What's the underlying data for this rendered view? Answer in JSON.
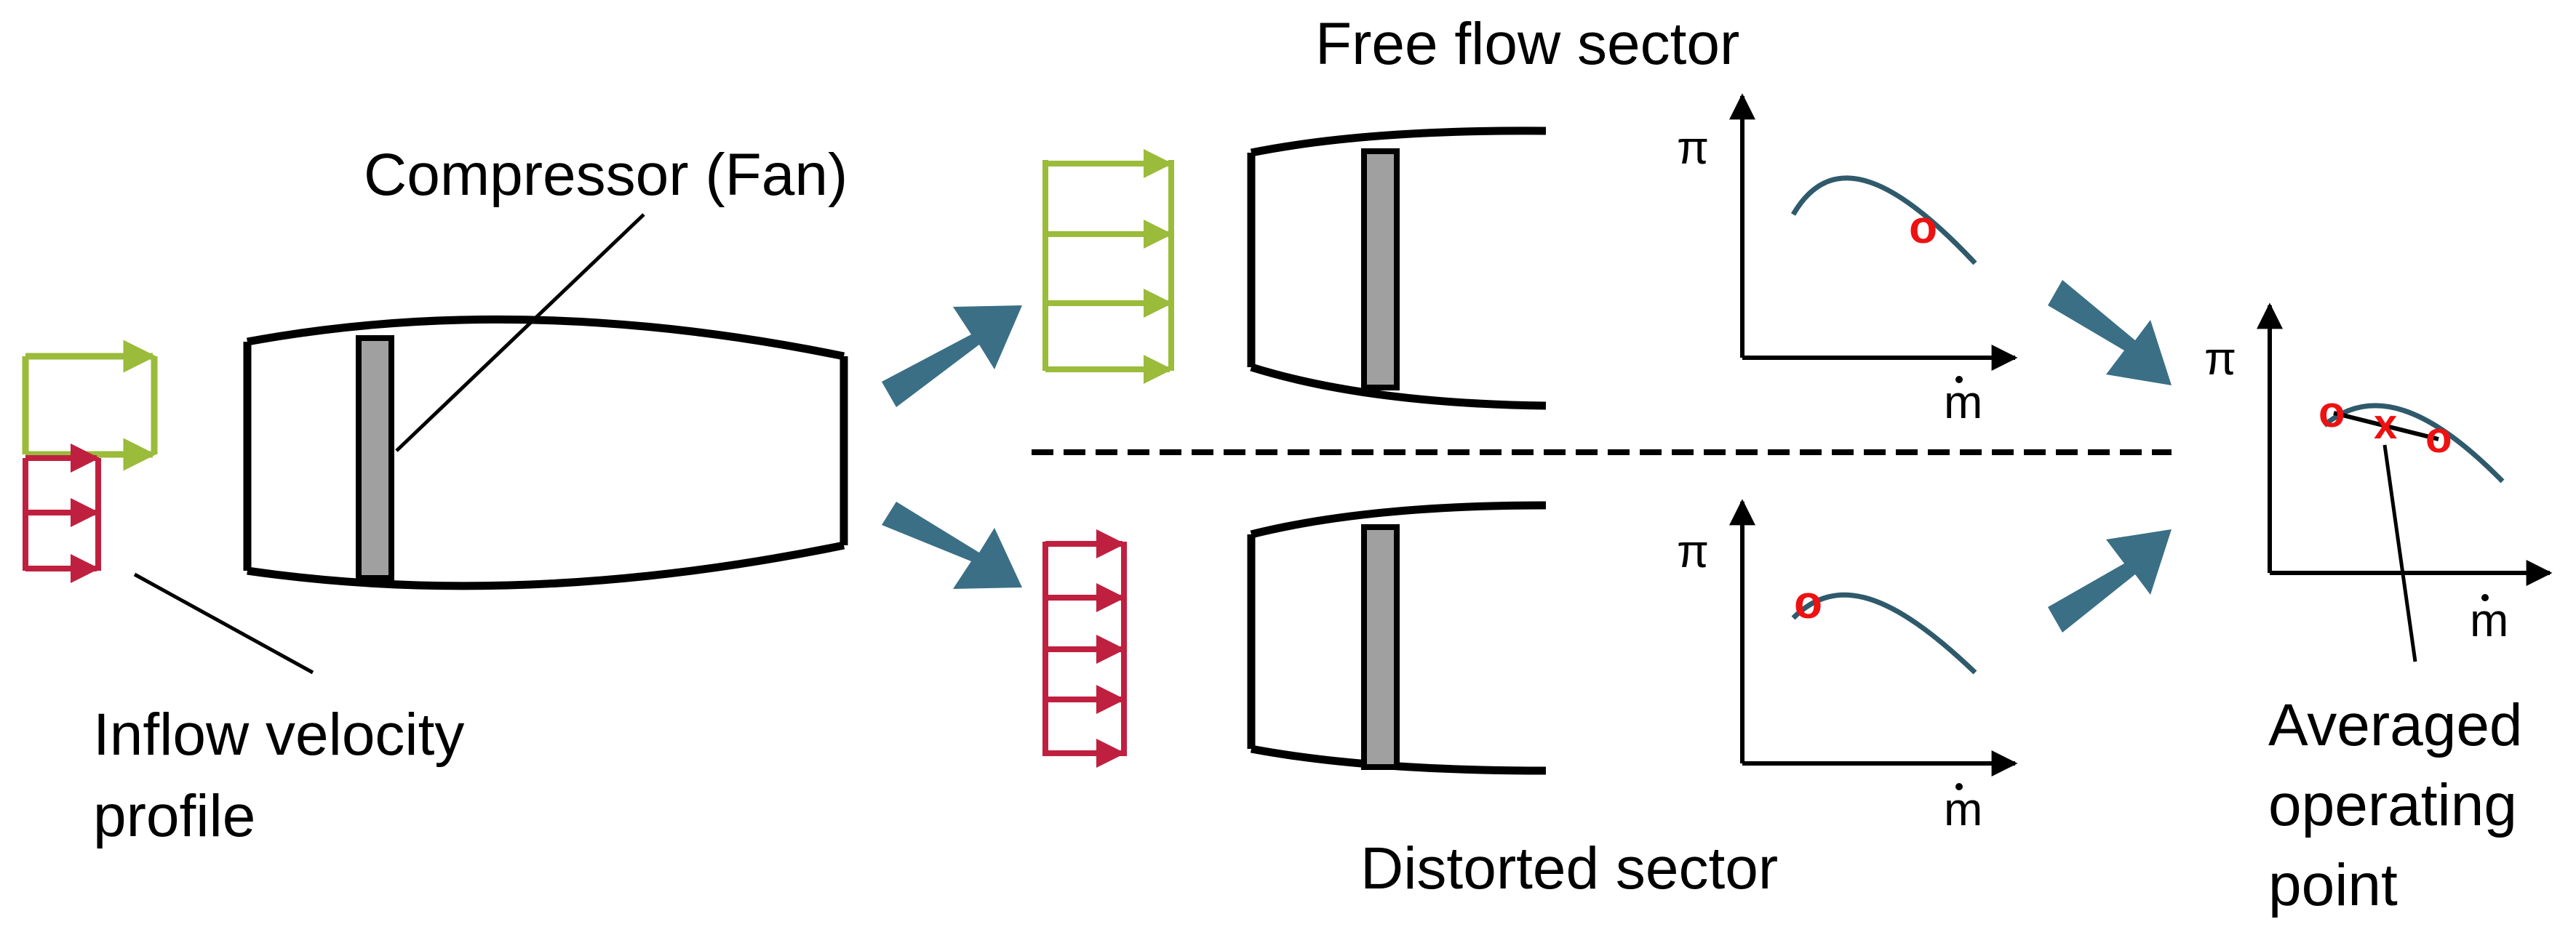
{
  "labels": {
    "compressor": "Compressor (Fan)",
    "inflow_line1": "Inflow velocity",
    "inflow_line2": "profile",
    "free_sector": "Free flow sector",
    "distorted_sector": "Distorted sector",
    "averaged_line1": "Averaged",
    "averaged_line2": "operating",
    "averaged_line3": "point"
  },
  "axes": {
    "y_symbol": "π",
    "x_symbol": "m"
  },
  "markers": {
    "operating_point": "o",
    "averaged_point": "x"
  },
  "colors": {
    "free_flow_profile": "#9bbb3b",
    "distorted_profile": "#c0203f",
    "flow_arrow": "#3a6f86",
    "characteristic_curve": "#2f5a6b",
    "operating_marker": "#ee1111",
    "fan_blade": "#a0a0a0"
  }
}
